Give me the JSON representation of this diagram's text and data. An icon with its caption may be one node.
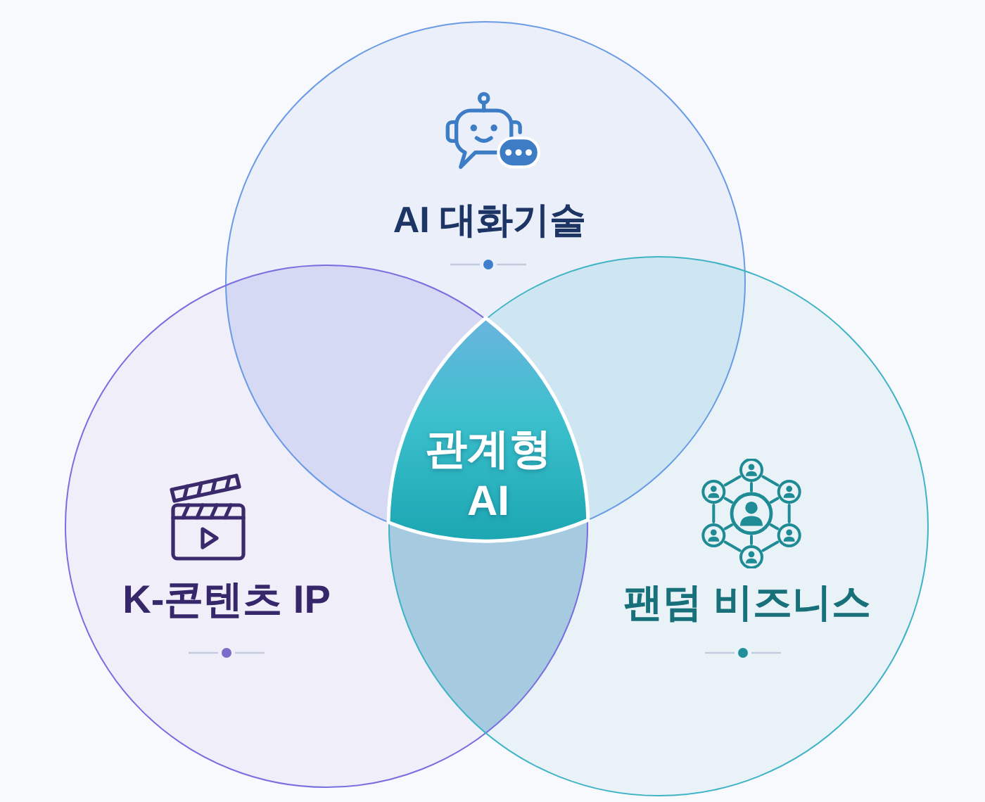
{
  "diagram": {
    "nodes": [
      {
        "text": [
          "AI 대화기술"
        ]
      },
      {
        "text": [
          "K-콘텐츠 IP"
        ]
      },
      {
        "text": [
          "팬덤 비즈니스"
        ]
      },
      {
        "text": [
          "관계형 AI"
        ]
      }
    ]
  }
}
